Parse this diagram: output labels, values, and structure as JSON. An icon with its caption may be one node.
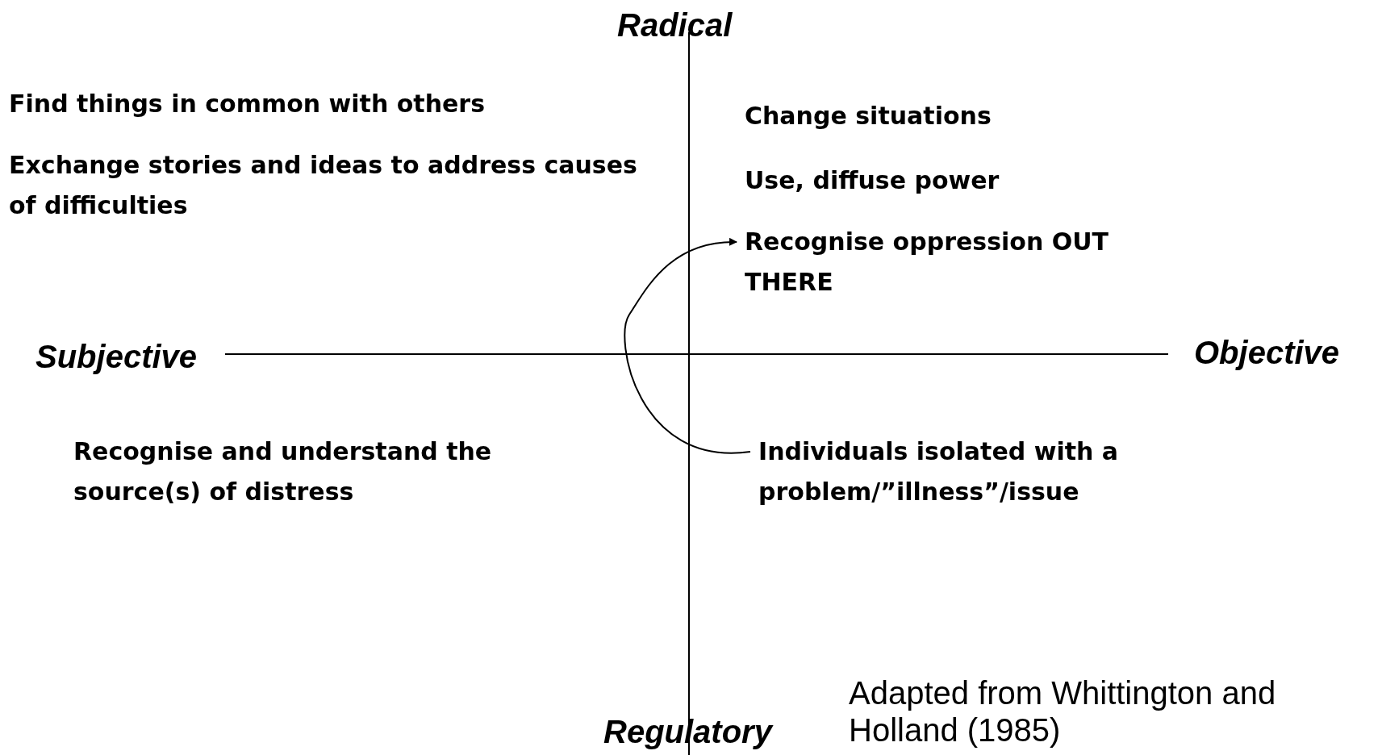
{
  "diagram": {
    "caption": "Adapted from Whittington and Holland (1985)",
    "nodes": [
      {
        "text": [
          "Recognise oppression OUT THERE"
        ]
      },
      {
        "text": [
          "Individuals isolated with a problem/”illness”/issue"
        ]
      }
    ],
    "edges": [
      {
        "from": 1,
        "to": 0,
        "arrow": "to"
      }
    ],
    "labels": [
      "Radical",
      "Find things in common with others",
      "Exchange stories and ideas to address causes of difficulties",
      "Change situations",
      "Use, diffuse power",
      "Subjective",
      "Objective",
      "Recognise and understand the source(s) of distress",
      "Regulatory"
    ]
  }
}
